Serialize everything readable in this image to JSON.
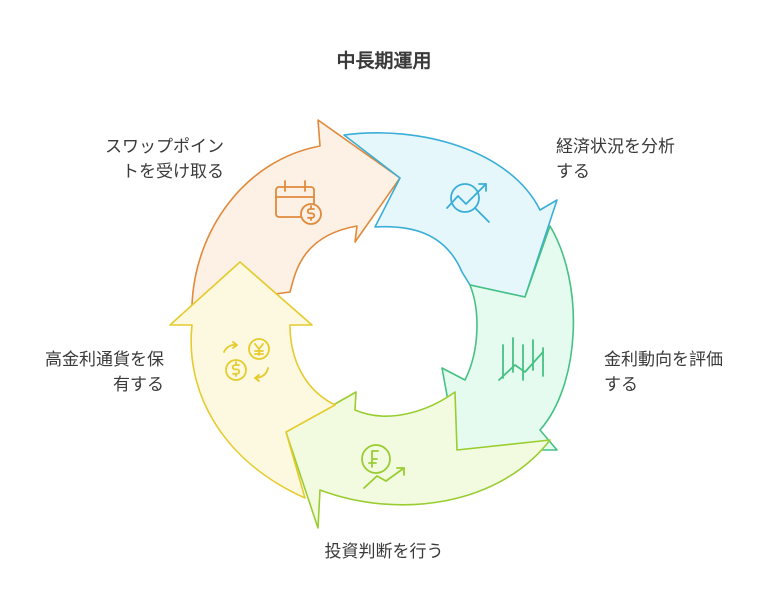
{
  "title": "中長期運用",
  "steps": [
    {
      "id": "analyze",
      "lines": [
        "経済状況を分析",
        "する"
      ],
      "icon": "chart-magnifier-icon",
      "fill": "#e6f7fc",
      "stroke": "#3aaed8"
    },
    {
      "id": "evaluate",
      "lines": [
        "金利動向を評価",
        "する"
      ],
      "icon": "market-chart-icon",
      "fill": "#e6fbef",
      "stroke": "#45c184"
    },
    {
      "id": "decide",
      "lines": [
        "投資判断を行う"
      ],
      "icon": "franc-growth-icon",
      "fill": "#f2fbe0",
      "stroke": "#9acd32"
    },
    {
      "id": "hold",
      "lines": [
        "高金利通貨を保",
        "有する"
      ],
      "icon": "currency-exchange-icon",
      "fill": "#fdf9e0",
      "stroke": "#e5cb2e"
    },
    {
      "id": "receive",
      "lines": [
        "スワップポイン",
        "トを受け取る"
      ],
      "icon": "calendar-dollar-icon",
      "fill": "#fdf0e4",
      "stroke": "#e08a3c"
    }
  ]
}
